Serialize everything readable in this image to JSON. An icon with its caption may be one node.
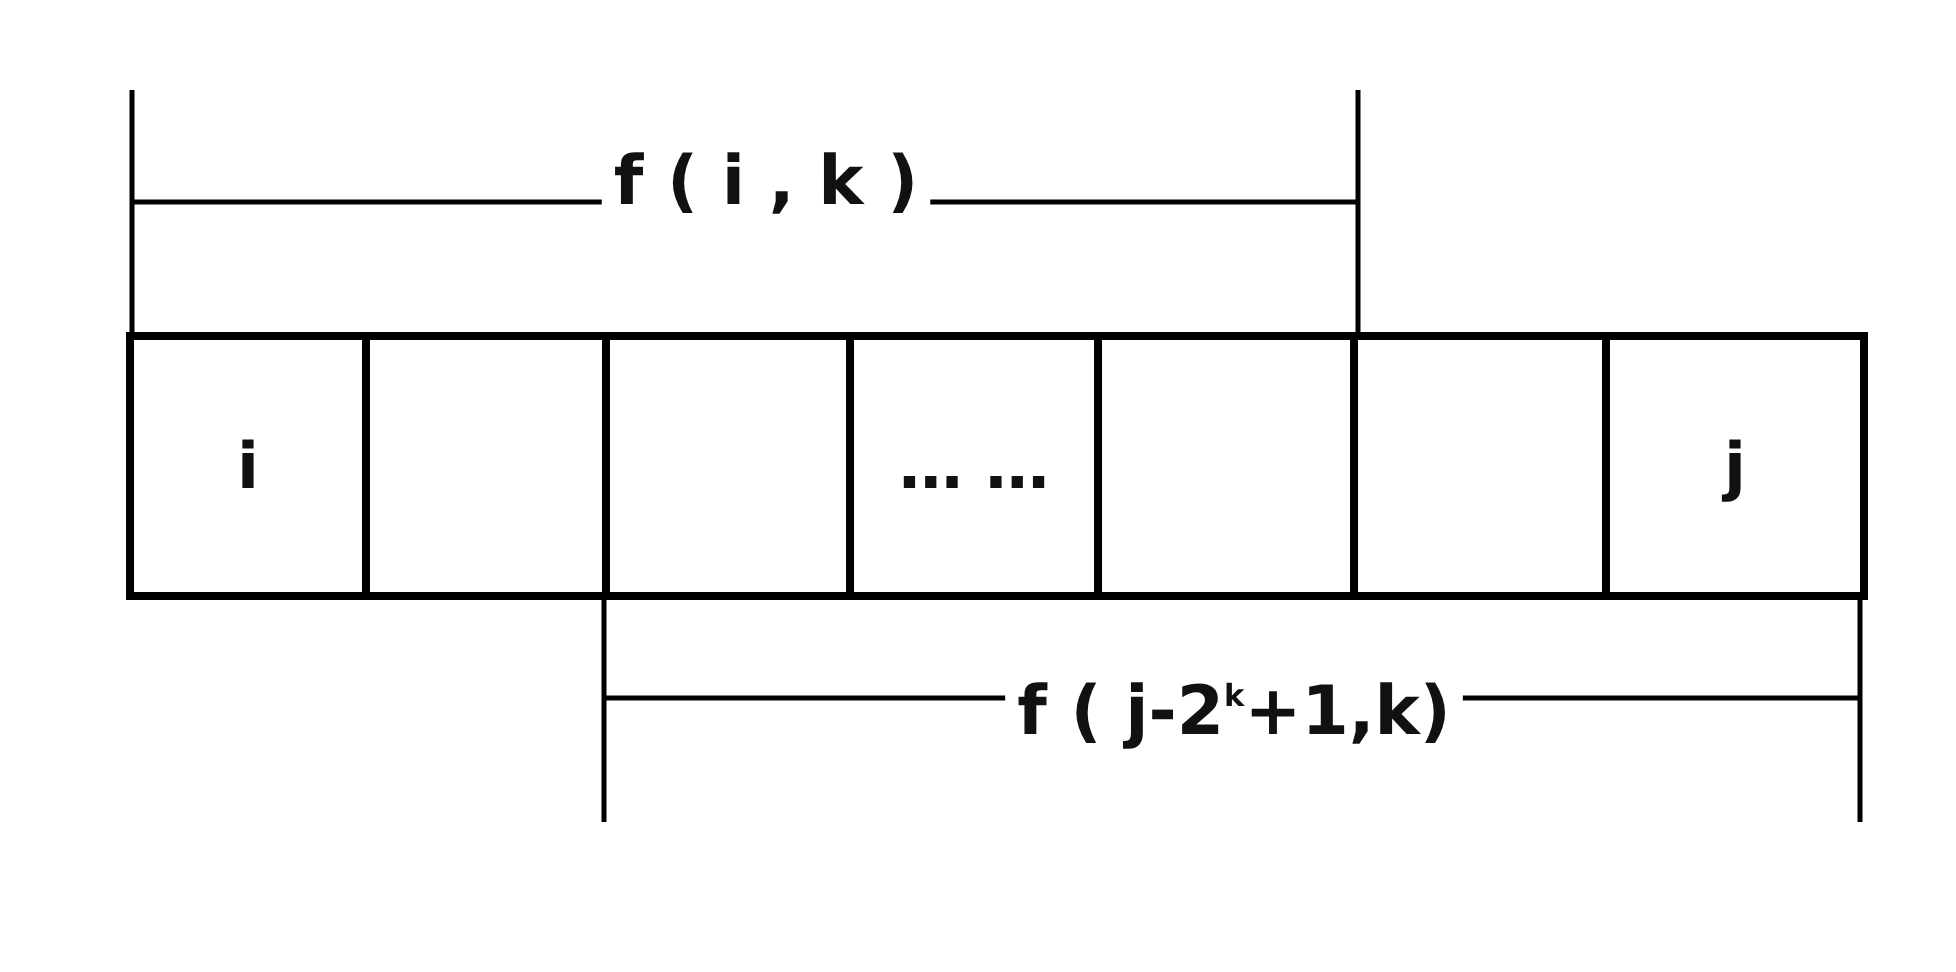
{
  "diagram": {
    "nodes": [
      {
        "text": [
          "i"
        ]
      },
      {
        "text": [],
        "shape": "box"
      },
      {
        "text": [],
        "shape": "box"
      },
      {
        "text": [
          "… …"
        ]
      },
      {
        "text": [],
        "shape": "box"
      },
      {
        "text": [],
        "shape": "box"
      },
      {
        "text": [
          "j"
        ]
      }
    ],
    "labels": [
      "f ( i , k )",
      "f ( j-2$^{k}$+1,k)"
    ]
  }
}
